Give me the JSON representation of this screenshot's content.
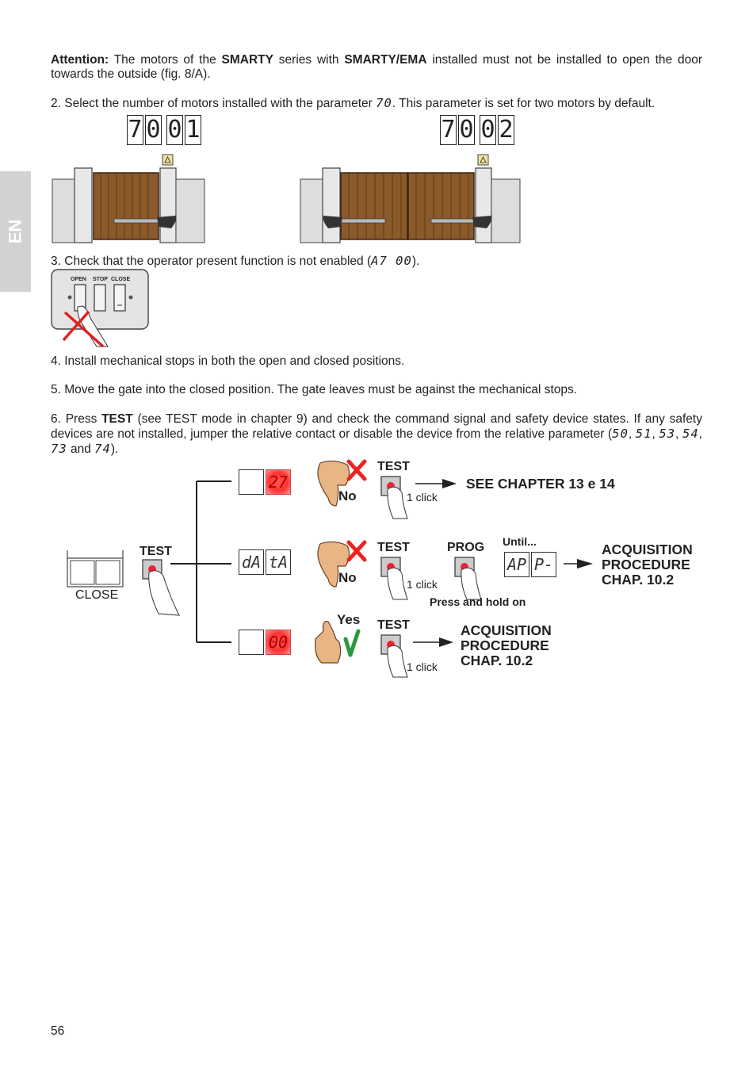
{
  "side_tab": "EN",
  "attention": {
    "label": "Attention:",
    "t1": " The motors of the ",
    "b1": "SMARTY",
    "t2": " series with ",
    "b2": "SMARTY/EMA",
    "t3": " installed must not be installed to open the door towards the outside (fig. 8/A)."
  },
  "step2": {
    "num": "2.",
    "t1": "Select the number of motors installed with the parameter ",
    "param": "70",
    "t2": ". This parameter is set for two motors by default."
  },
  "display_one_motor": [
    "7",
    "0",
    "0",
    "1"
  ],
  "display_two_motors": [
    "7",
    "0",
    "0",
    "2"
  ],
  "step3": {
    "num": "3.",
    "t1": "Check that the operator present function is not enabled (",
    "param": "A7  00",
    "t2": ")."
  },
  "panel": {
    "open": "OPEN",
    "stop": "STOP",
    "close": "CLOSE"
  },
  "step4": {
    "num": "4.",
    "text": "Install mechanical stops in both the open and closed positions."
  },
  "step5": {
    "num": "5.",
    "text": "Move the gate into the closed position. The gate leaves must be against the mechanical stops."
  },
  "step6": {
    "num": "6.",
    "t1": "Press ",
    "b1": "TEST",
    "t2": " (see TEST mode in chapter 9) and check the command signal and safety device states. If any safety devices are not installed, jumper the relative contact or disable the device from the relative parameter (",
    "p1": "50",
    "p2": "51",
    "p3": "53",
    "p4": "54",
    "p5": "73",
    "p6": "74",
    "and": " and ",
    "end": ")."
  },
  "flow": {
    "close_label": "CLOSE",
    "test": "TEST",
    "prog": "PROG",
    "until": "Until...",
    "one_click": "1 click",
    "press_hold": "Press and hold on",
    "no": "No",
    "yes": "Yes",
    "row1_display": "27",
    "row2_display": [
      "dA",
      "tA"
    ],
    "row3_display": "00",
    "row2_until_display": [
      "AP",
      "P-"
    ],
    "see_chapter": "SEE CHAPTER 13 e 14",
    "acq1": "ACQUISITION",
    "acq2": "PROCEDURE",
    "acq3": "CHAP. 10.2"
  },
  "page_number": "56",
  "colors": {
    "wood": "#8a5a2b",
    "red": "#e23",
    "green": "#2a9a3a",
    "tab": "#d2d2d2"
  }
}
